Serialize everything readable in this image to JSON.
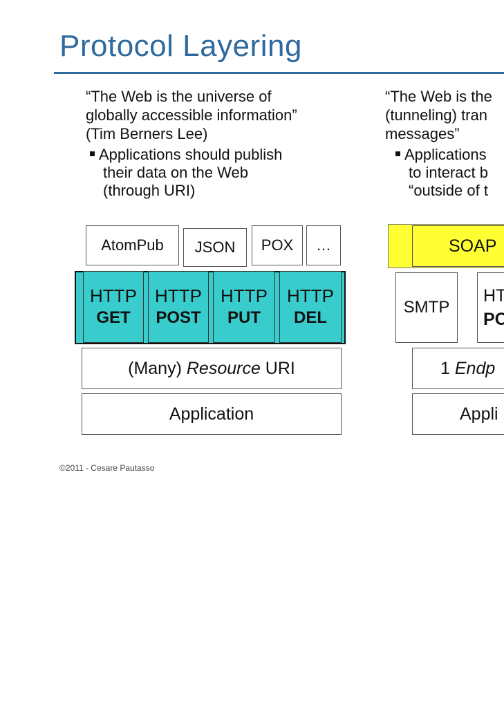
{
  "title": "Protocol Layering",
  "left": {
    "quote_lines": [
      "“The Web is the universe of",
      "globally accessible information”",
      "(Tim Berners Lee)"
    ],
    "bullet_lines": [
      "Applications should publish",
      "their data on the Web",
      "(through URI)"
    ],
    "formats": [
      "AtomPub",
      "JSON",
      "POX",
      "…"
    ],
    "http_verbs": [
      {
        "proto": "HTTP",
        "verb": "GET"
      },
      {
        "proto": "HTTP",
        "verb": "POST"
      },
      {
        "proto": "HTTP",
        "verb": "PUT"
      },
      {
        "proto": "HTTP",
        "verb": "DEL"
      }
    ],
    "uri_prefix": "(Many) ",
    "uri_emph": "Resource",
    "uri_suffix": " URI",
    "application": "Application"
  },
  "right": {
    "quote_lines": [
      "“The Web is the",
      "(tunneling) tran",
      "messages”"
    ],
    "bullet_lines": [
      "Applications",
      "to interact b",
      "“outside of t"
    ],
    "soap": "SOAP",
    "smtp": "SMTP",
    "http_partial_top": "HT",
    "http_partial_bottom": "PO",
    "endpoint_prefix": "1 ",
    "endpoint_emph": "Endp",
    "application": "Appli"
  },
  "footer": "©2011 - Cesare Pautasso",
  "colors": {
    "title": "#2e6a9e",
    "teal": "#39cccc",
    "yellow": "#ffff33"
  }
}
